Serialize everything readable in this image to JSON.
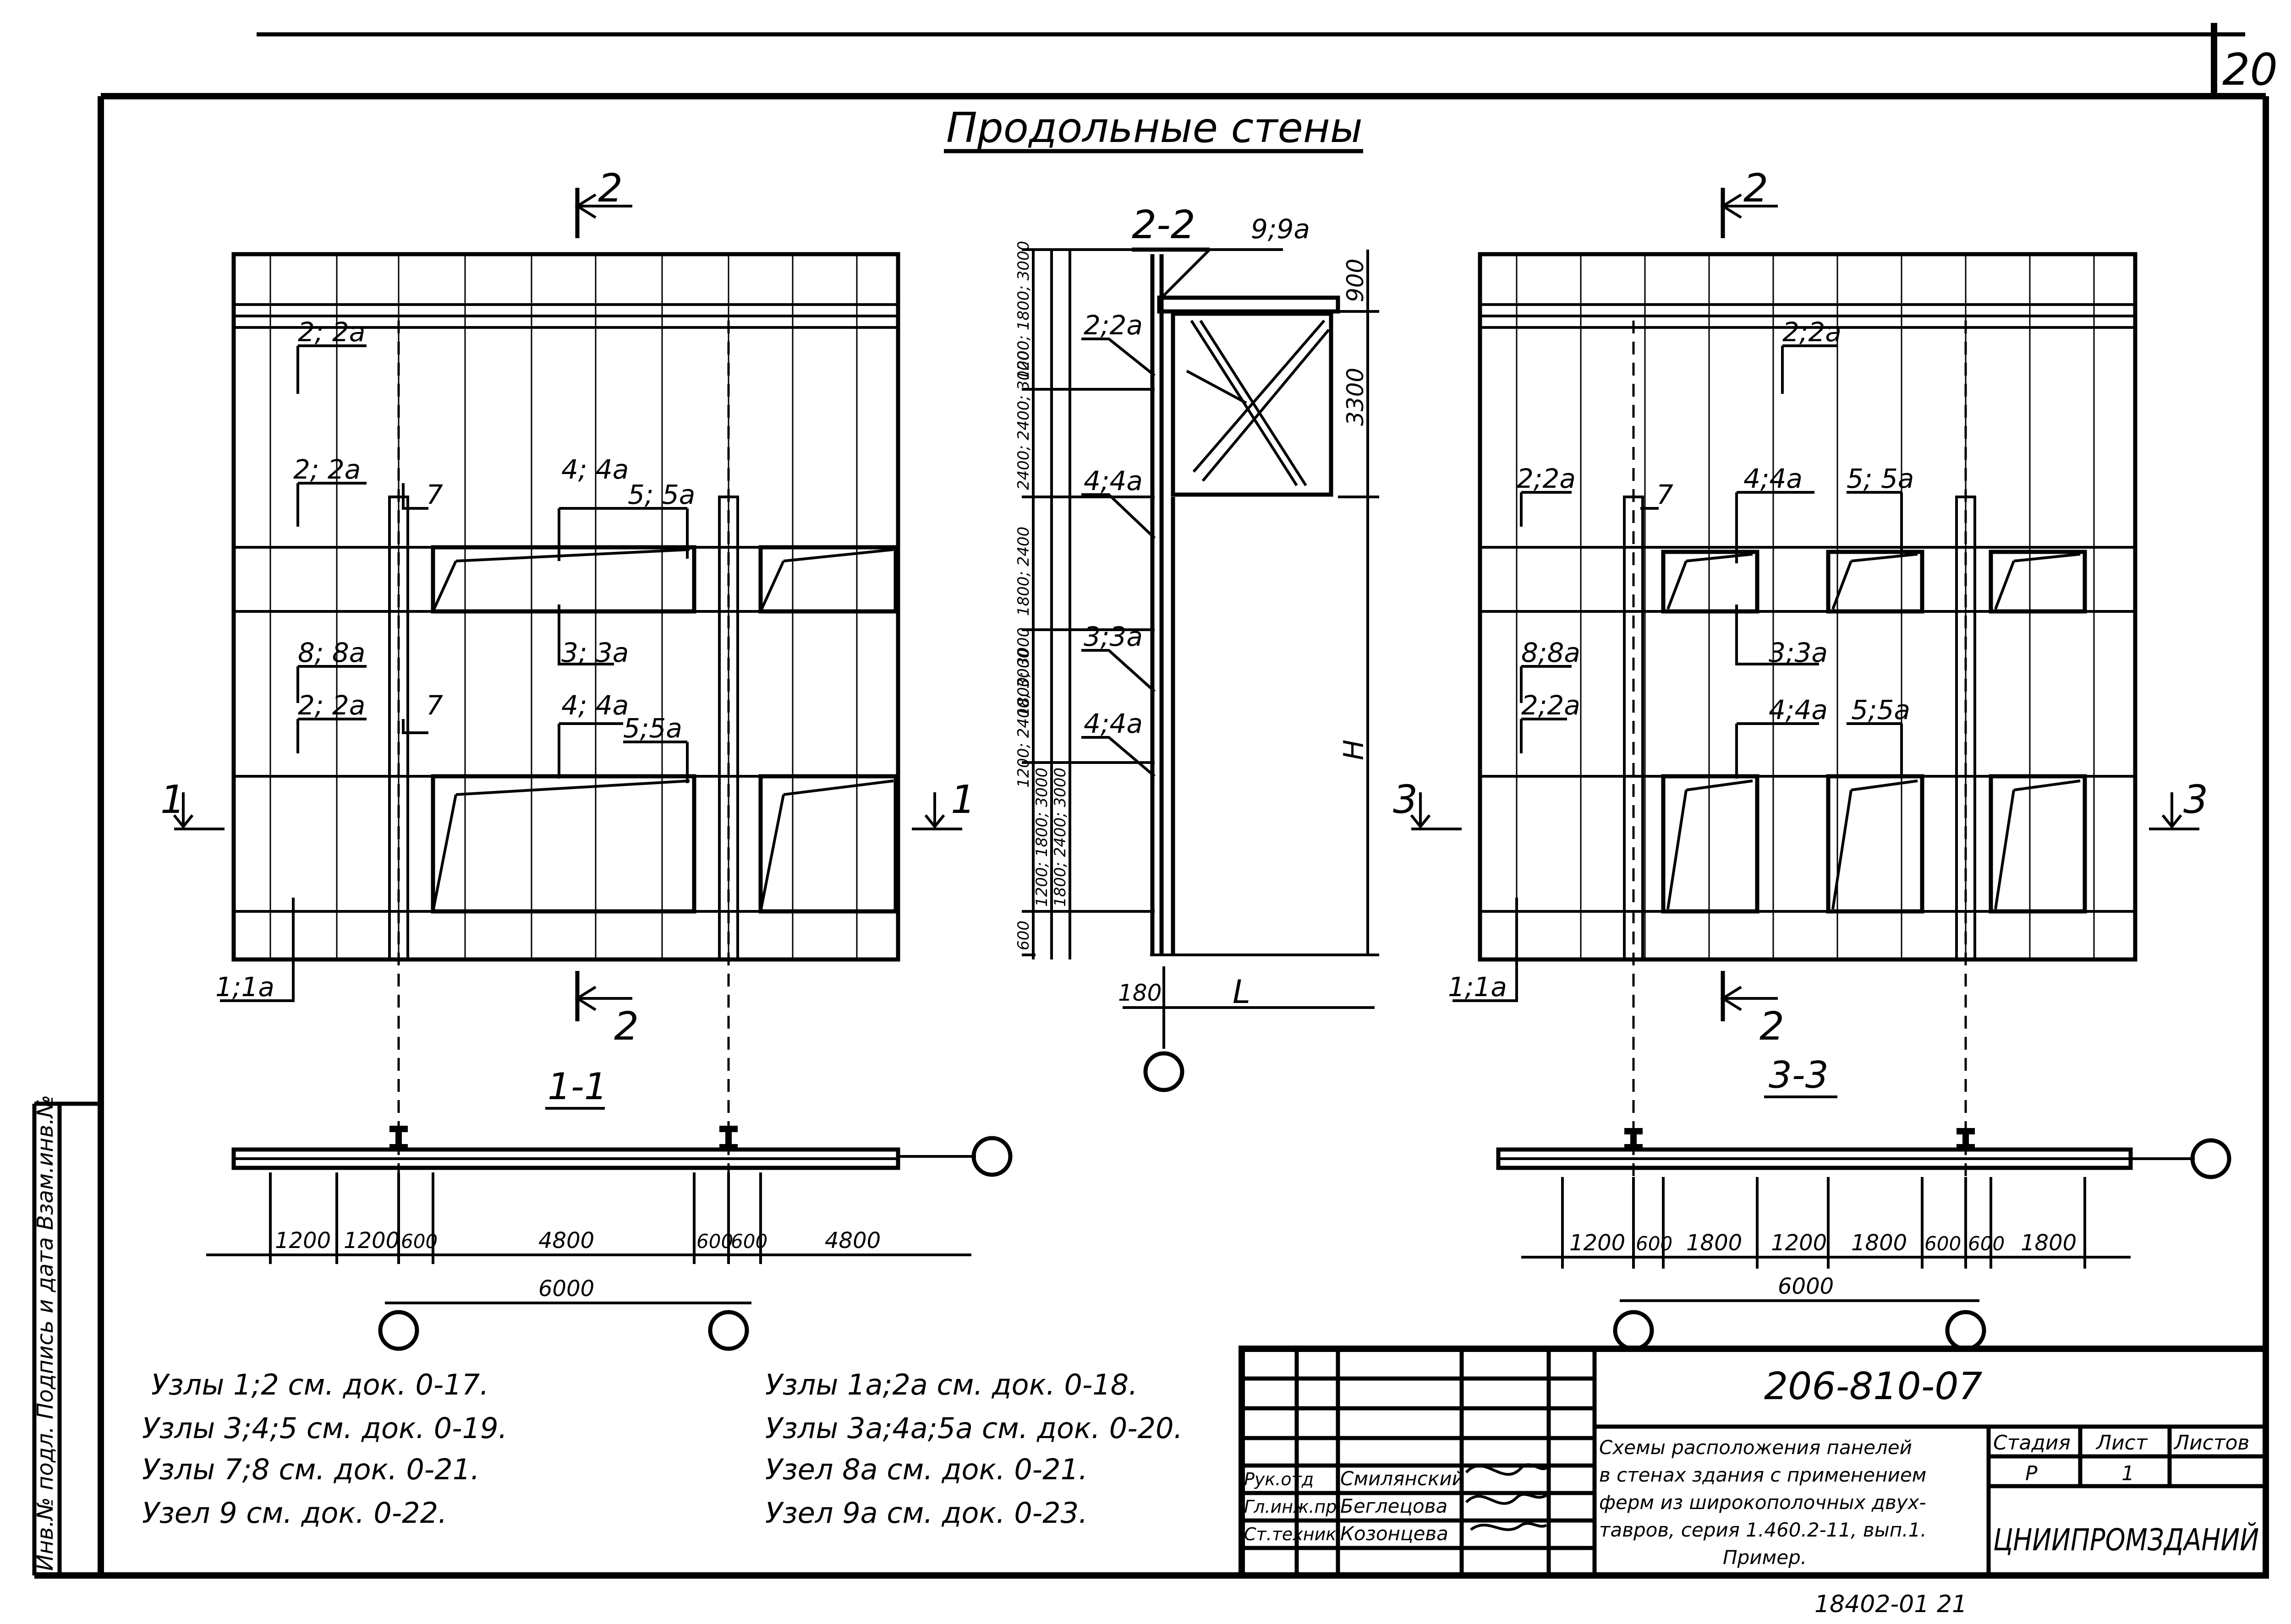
{
  "sheet": {
    "number": "20",
    "title": "Продольные стены",
    "code": "206-810-07",
    "inventory_stamp": "Инв.№ подл. Подпись и дата Взам.инв.№",
    "bottom_number": "18402-01 21"
  },
  "views": {
    "elev_left": {
      "cut_top": "2",
      "cut_bottom": "2",
      "cut_side_left": "1",
      "cut_side_right": "1",
      "callouts": [
        "2; 2а",
        "2; 2а",
        "7",
        "4; 4а",
        "5; 5а",
        "8; 8а",
        "3; 3а",
        "2; 2а",
        "7",
        "4; 4а",
        "5;5а",
        "1;1а"
      ]
    },
    "section_22": {
      "title": "2-2",
      "callouts": [
        "9;9а",
        "2;2а",
        "4;4а",
        "3;3а",
        "4;4а"
      ],
      "dims_right": [
        "900",
        "3300",
        "Н"
      ],
      "dims_left_a": [
        "1200; 1800; 3000",
        "2400; 2400; 3000",
        "1800; 2400",
        "1800; 3000",
        "1200; 2400; 3000",
        "1200; 1800; 3000",
        "1800; 2400; 3000",
        "600"
      ],
      "dims_bottom": [
        "180",
        "L"
      ]
    },
    "elev_right": {
      "cut_top": "2",
      "cut_bottom": "2",
      "cut_side_left": "3",
      "cut_side_right": "3",
      "callouts": [
        "2;2а",
        "2;2а",
        "7",
        "4;4а",
        "5; 5а",
        "8;8а",
        "3;3а",
        "2;2а",
        "4;4а",
        "5;5а",
        "1;1а"
      ]
    },
    "plan_11": {
      "title": "1-1",
      "dims": [
        "1200",
        "1200",
        "600",
        "4800",
        "600",
        "600",
        "4800"
      ],
      "total": "6000"
    },
    "plan_33": {
      "title": "3-3",
      "dims": [
        "1200",
        "600",
        "1800",
        "1200",
        "1800",
        "600",
        "600",
        "1800"
      ],
      "total": "6000"
    }
  },
  "notes_left": [
    "Узлы 1;2 см. док. 0-17.",
    "Узлы 3;4;5 см. док. 0-19.",
    "Узлы 7;8 см. док. 0-21.",
    "Узел 9 см. док. 0-22."
  ],
  "notes_right": [
    "Узлы 1а;2а см. док. 0-18.",
    "Узлы 3а;4а;5а см. док. 0-20.",
    "Узел 8а см. док. 0-21.",
    "Узел 9а см. док. 0-23."
  ],
  "title_block": {
    "roles": [
      "Рук.отд",
      "Гл.инж.пр",
      "Ст.техник"
    ],
    "names": [
      "Смилянский",
      "Беглецова",
      "Козонцева"
    ],
    "description": [
      "Схемы расположения панелей",
      "в стенах здания с применением",
      "ферм из широкополочных двух-",
      "тавров, серия 1.460.2-11, вып.1.",
      "Пример."
    ],
    "stage_header": "Стадия",
    "sheet_header": "Лист",
    "sheets_header": "Листов",
    "stage": "Р",
    "sheet": "1",
    "organization": "ЦНИИПРОМЗДАНИЙ"
  }
}
